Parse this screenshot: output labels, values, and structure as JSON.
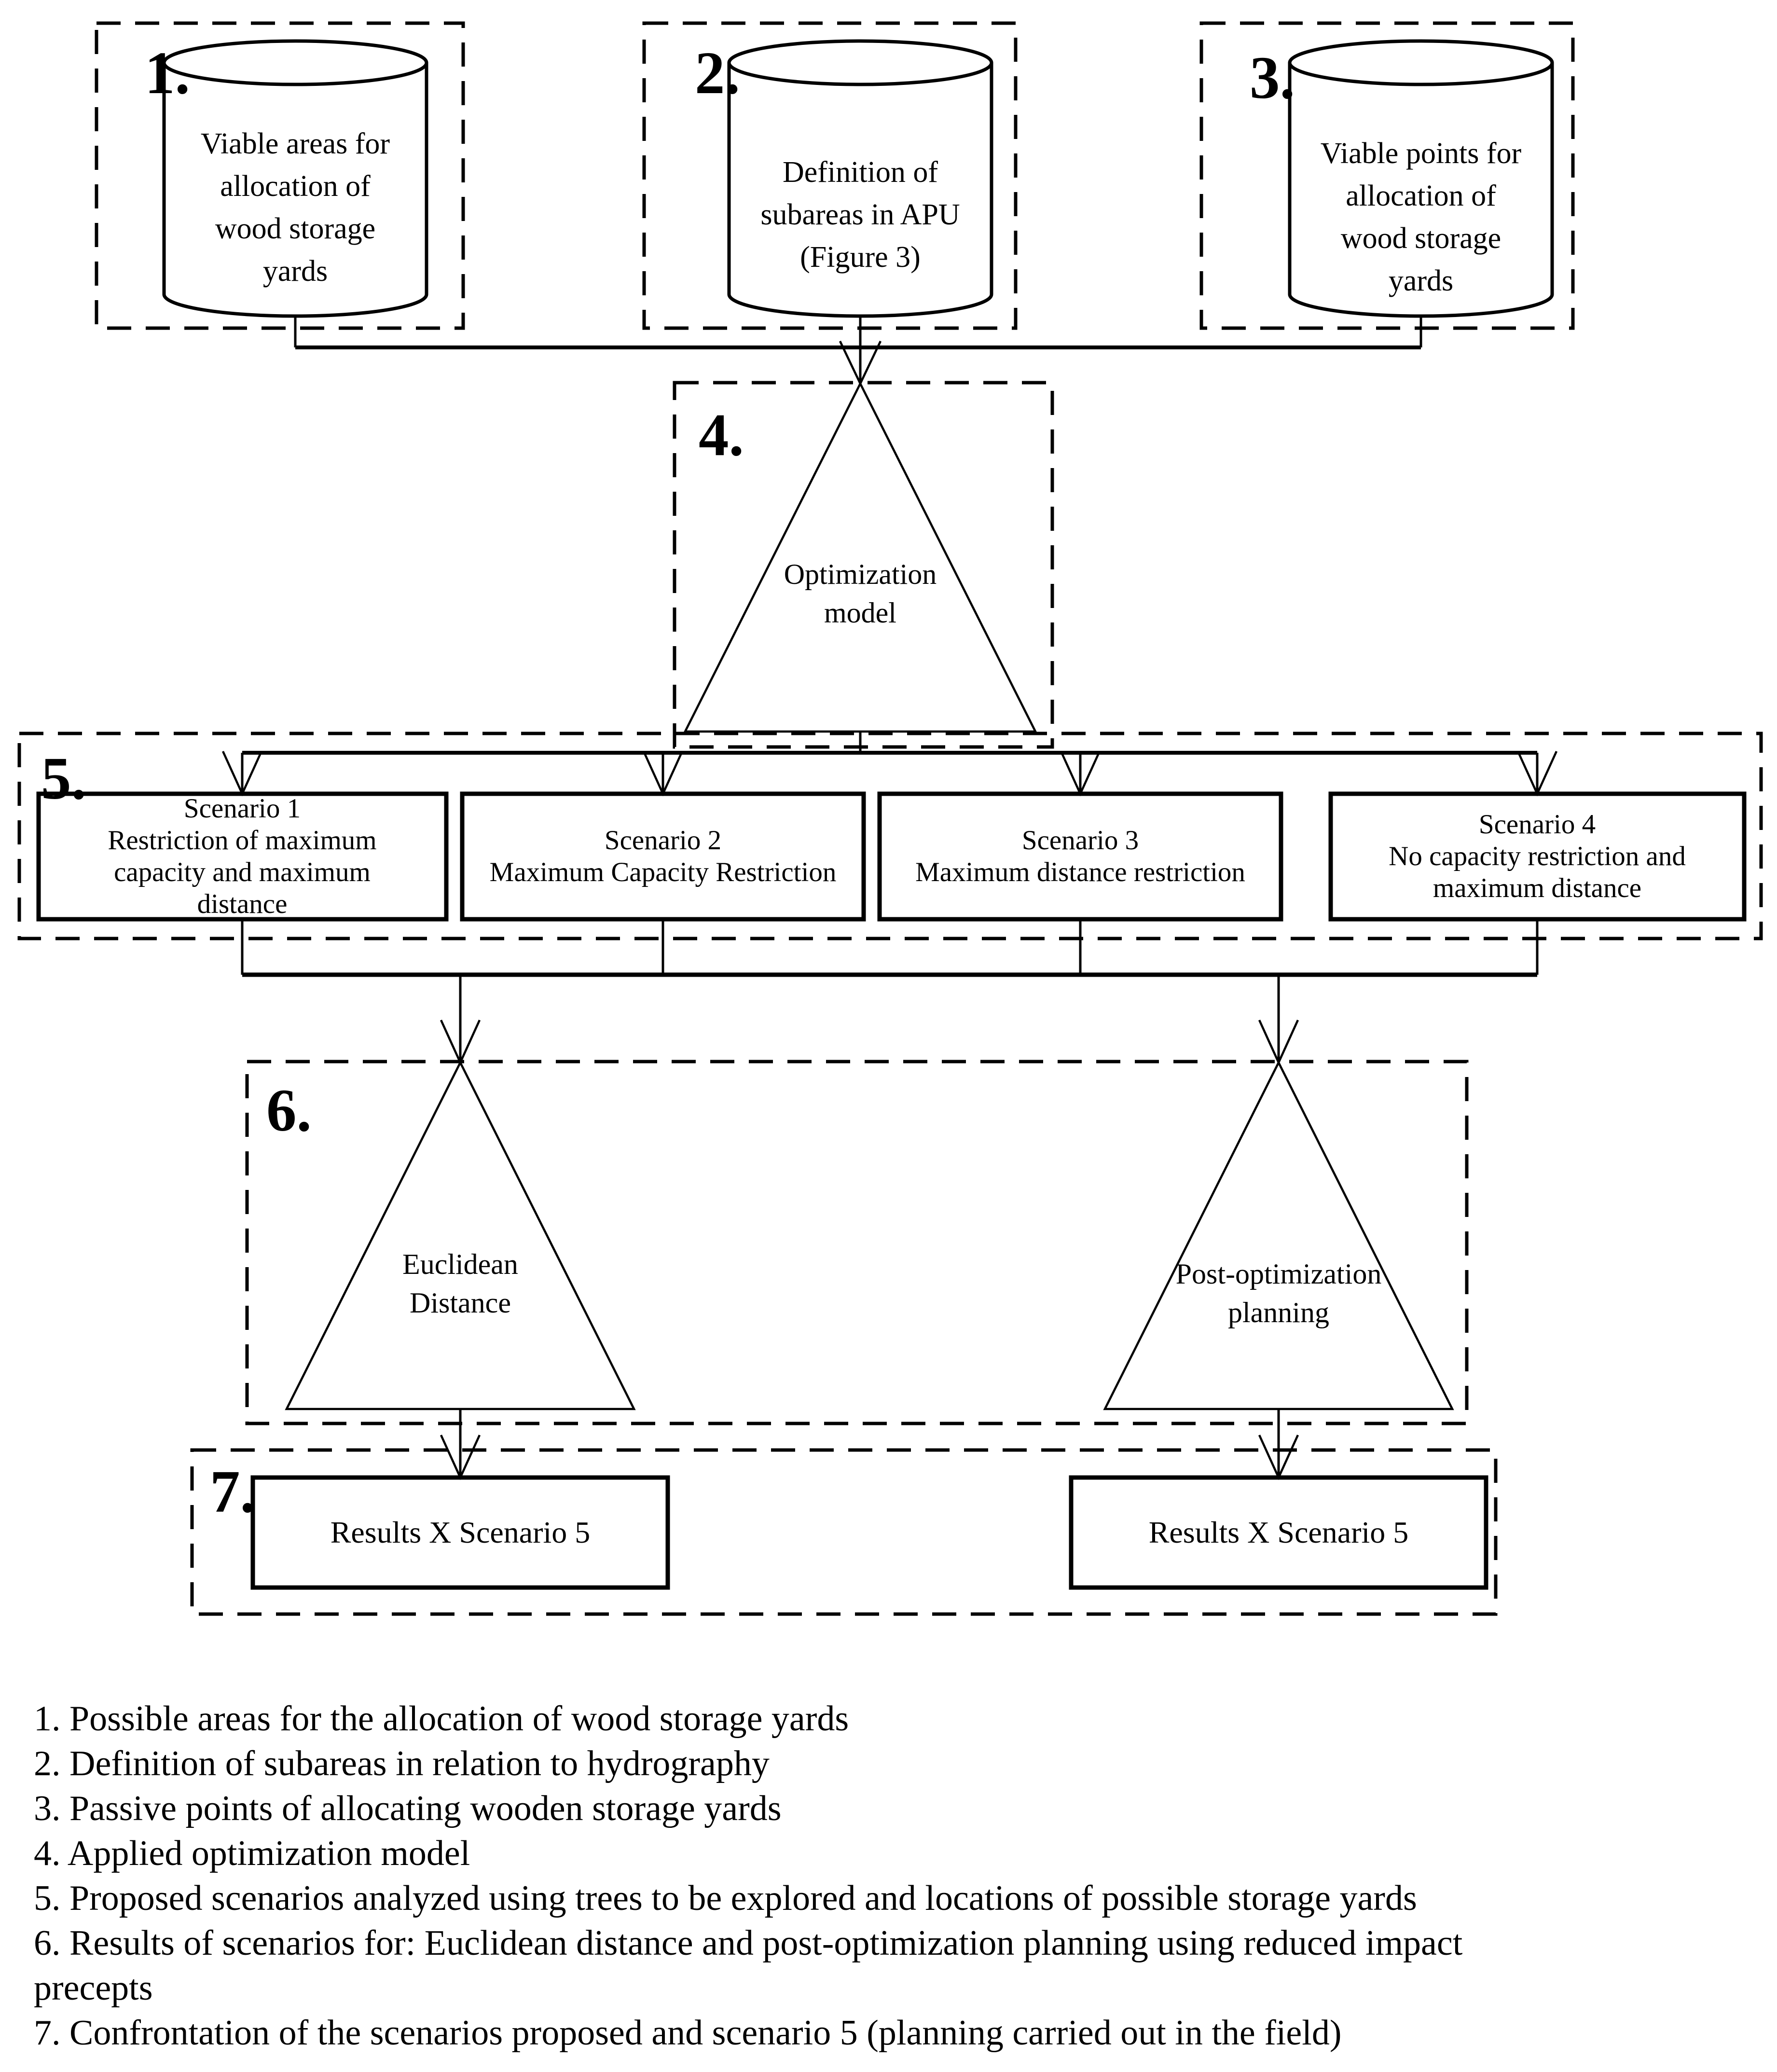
{
  "figure": {
    "badges": {
      "b1": "1.",
      "b2": "2.",
      "b3": "3.",
      "b4": "4.",
      "b5": "5.",
      "b6": "6.",
      "b7": "7."
    },
    "nodes": {
      "cyl1": "Viable areas for\nallocation of\nwood storage\nyards",
      "cyl2": "Definition of\nsubareas in APU\n(Figure 3)",
      "cyl3": "Viable points for\nallocation of\nwood storage\nyards",
      "tri4": "Optimization\nmodel",
      "scen1": "Scenario 1\nRestriction of maximum\ncapacity and maximum\ndistance",
      "scen2": "Scenario 2\nMaximum Capacity Restriction",
      "scen3": "Scenario 3\nMaximum distance restriction",
      "scen4": "Scenario 4\nNo capacity restriction and\nmaximum distance",
      "triEuclidean": "Euclidean\nDistance",
      "triPost": "Post-optimization\nplanning",
      "resultLeft": "Results X Scenario 5",
      "resultRight": "Results X Scenario 5"
    },
    "legend": {
      "items": [
        "1. Possible areas for the allocation of wood storage yards",
        "2. Definition of subareas in relation to hydrography",
        "3. Passive points of allocating wooden storage yards",
        "4. Applied optimization model",
        "5. Proposed scenarios analyzed using trees to be explored and locations of possible storage yards",
        "6. Results of scenarios for: Euclidean distance and post-optimization planning using reduced impact\nprecepts",
        "7. Confrontation of the scenarios proposed and scenario 5 (planning carried out in the field)"
      ]
    },
    "colors": {
      "ink": "#000000",
      "background": "#ffffff"
    }
  }
}
